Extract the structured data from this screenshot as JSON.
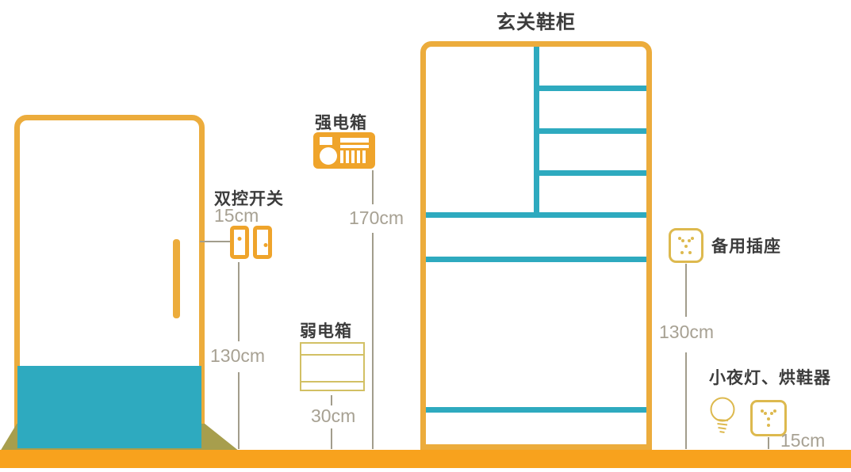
{
  "title": "玄关鞋柜",
  "colors": {
    "floor_orange": "#F8A21D",
    "outline_amber": "#ECAC3C",
    "icon_orange": "#EFA42B",
    "teal": "#2EAABF",
    "olive_shadow": "#A79E4D",
    "pale_gold": "#DDB94E",
    "measure_gray": "#A7A193",
    "label_dark": "#3C3C3C"
  },
  "annotations": {
    "double_switch": {
      "label": "双控开关",
      "spacing": "15cm",
      "height": "130cm"
    },
    "strong_box": {
      "label": "强电箱",
      "height": "170cm"
    },
    "weak_box": {
      "label": "弱电箱",
      "height": "30cm"
    },
    "spare_socket": {
      "label": "备用插座",
      "height": "130cm"
    },
    "night_light_dryer": {
      "label": "小夜灯、烘鞋器",
      "height": "15cm"
    }
  },
  "icons": {
    "switch": "wall-switch-icon",
    "strong_box": "breaker-panel-icon",
    "weak_box": "weak-current-box-icon",
    "socket": "five-hole-socket-icon",
    "bulb": "light-bulb-icon"
  }
}
